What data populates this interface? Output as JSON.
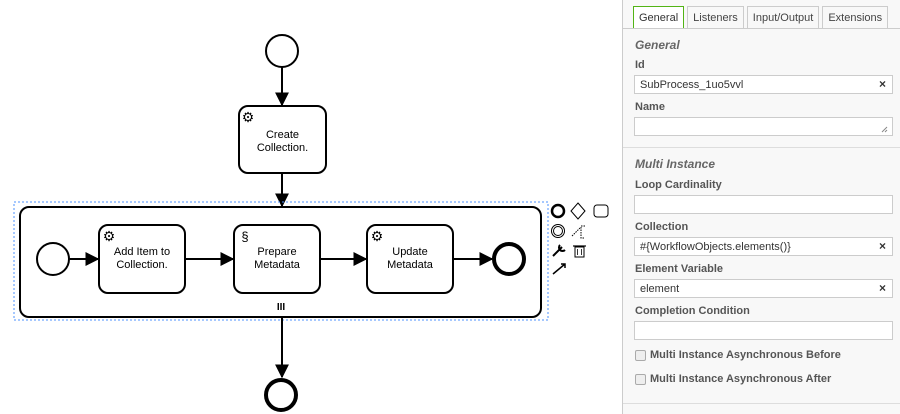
{
  "diagram": {
    "task_create": [
      "Create",
      "Collection."
    ],
    "task_add": [
      "Add Item to",
      "Collection."
    ],
    "task_prepare": [
      "Prepare",
      "Metadata"
    ],
    "task_update": [
      "Update",
      "Metadata"
    ],
    "multi_instance_marker": "III"
  },
  "panel": {
    "tabs": [
      "General",
      "Listeners",
      "Input/Output",
      "Extensions"
    ],
    "active_tab": "General",
    "general_title": "General",
    "id_label": "Id",
    "id_value": "SubProcess_1uo5vvl",
    "name_label": "Name",
    "name_value": "",
    "multi_title": "Multi Instance",
    "loop_label": "Loop Cardinality",
    "loop_value": "",
    "collection_label": "Collection",
    "collection_value": "#{WorkflowObjects.elements()}",
    "element_var_label": "Element Variable",
    "element_var_value": "element",
    "completion_label": "Completion Condition",
    "completion_value": "",
    "async_before_label": "Multi Instance Asynchronous Before",
    "async_after_label": "Multi Instance Asynchronous After",
    "clear_symbol": "×"
  },
  "colors": {
    "accent": "#52b415",
    "selection": "#4d90fe"
  }
}
